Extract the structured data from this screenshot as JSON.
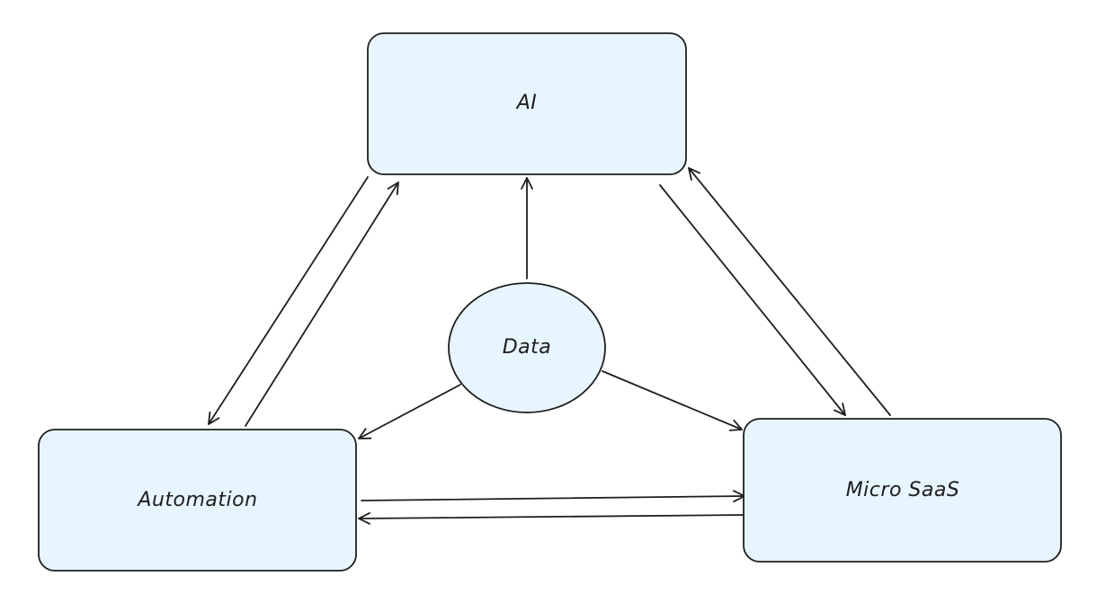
{
  "diagram": {
    "fill_color": "#e7f5ff",
    "stroke_color": "#1e1e1e",
    "nodes": [
      {
        "id": "ai",
        "label": "AI",
        "shape": "rounded-rect"
      },
      {
        "id": "data",
        "label": "Data",
        "shape": "ellipse"
      },
      {
        "id": "automation",
        "label": "Automation",
        "shape": "rounded-rect"
      },
      {
        "id": "micro_saas",
        "label": "Micro SaaS",
        "shape": "rounded-rect"
      }
    ],
    "edges": [
      {
        "from": "data",
        "to": "ai"
      },
      {
        "from": "data",
        "to": "automation"
      },
      {
        "from": "data",
        "to": "micro_saas"
      },
      {
        "from": "ai",
        "to": "automation"
      },
      {
        "from": "automation",
        "to": "ai"
      },
      {
        "from": "ai",
        "to": "micro_saas"
      },
      {
        "from": "micro_saas",
        "to": "ai"
      },
      {
        "from": "automation",
        "to": "micro_saas"
      },
      {
        "from": "micro_saas",
        "to": "automation"
      }
    ]
  }
}
